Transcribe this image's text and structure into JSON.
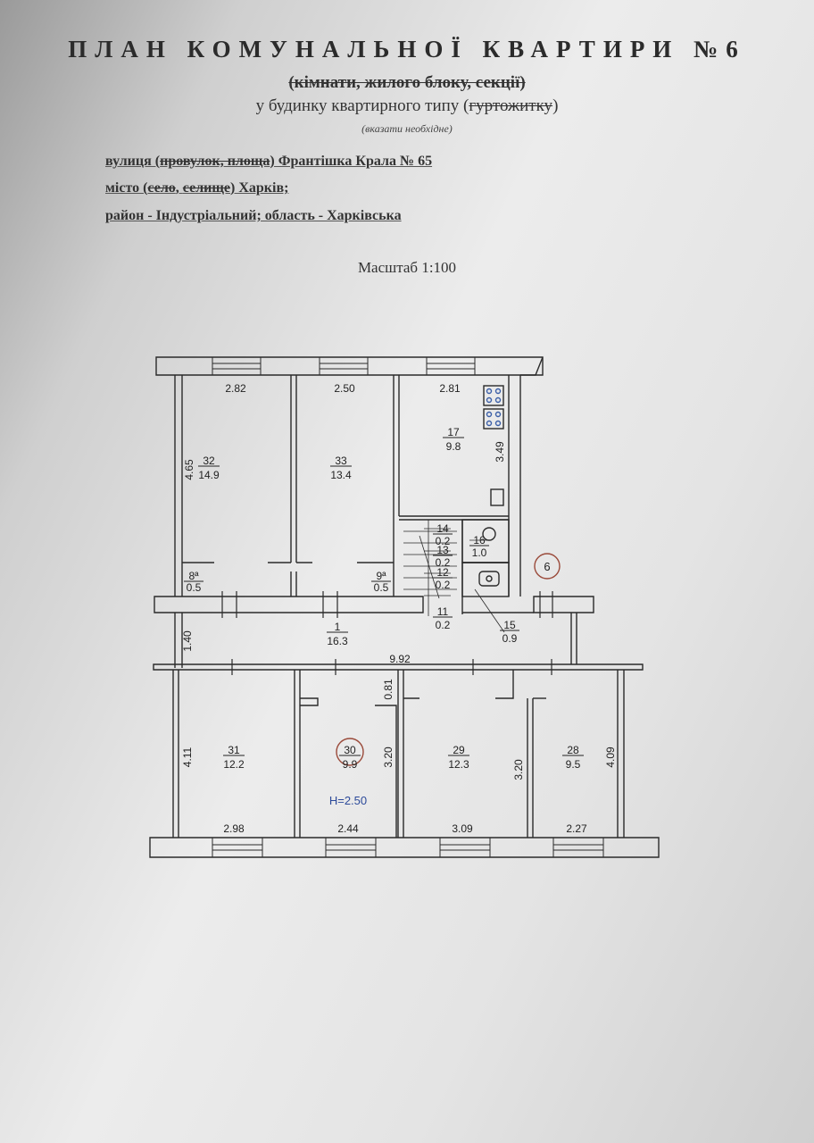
{
  "header": {
    "title": "ПЛАН КОМУНАЛЬНОЇ КВАРТИРИ №6",
    "struck_types": "(кімнати, жилого блоку, секції)",
    "building_prefix": "у будинку квартирного типу (",
    "building_struck": "гуртожитку",
    "building_suffix": ")",
    "note": "(вказати необхідне)"
  },
  "address": {
    "street_prefix": "вулиця (",
    "street_struck": "провулок, площа",
    "street_suffix": ")  Франтішка Крала  № 65",
    "city_prefix": "місто (",
    "city_struck1": "село",
    "city_sep": ", ",
    "city_struck2": "селище",
    "city_suffix": ") Харків;",
    "district": "район - Індустріальний; область - Харківська"
  },
  "scale": "Масштаб 1:100",
  "plan": {
    "ceiling_height": "H=2.50",
    "apartment_marker": "6",
    "rooms": [
      {
        "id": "32",
        "area": "14.9"
      },
      {
        "id": "33",
        "area": "13.4"
      },
      {
        "id": "17",
        "area": "9.8"
      },
      {
        "id": "8ª",
        "area": "0.5"
      },
      {
        "id": "9ª",
        "area": "0.5"
      },
      {
        "id": "14",
        "area": "0.2"
      },
      {
        "id": "13",
        "area": "0.2"
      },
      {
        "id": "12",
        "area": "0.2"
      },
      {
        "id": "11",
        "area": "0.2"
      },
      {
        "id": "16",
        "area": "1.0"
      },
      {
        "id": "15",
        "area": "0.9"
      },
      {
        "id": "1",
        "area": "16.3"
      },
      {
        "id": "31",
        "area": "12.2"
      },
      {
        "id": "30",
        "area": "9.9"
      },
      {
        "id": "29",
        "area": "12.3"
      },
      {
        "id": "28",
        "area": "9.5"
      }
    ],
    "dimensions": {
      "top_w1": "2.82",
      "top_w2": "2.50",
      "top_w3": "2.81",
      "h32": "4.65",
      "h17": "3.49",
      "corridor_h": "1.40",
      "corridor_w": "9.92",
      "h31": "4.11",
      "h30a": "0.81",
      "h30b": "3.20",
      "h29": "3.20",
      "h28": "4.09",
      "bot_w1": "2.98",
      "bot_w2": "2.44",
      "bot_w3": "3.09",
      "bot_w4": "2.27"
    }
  }
}
